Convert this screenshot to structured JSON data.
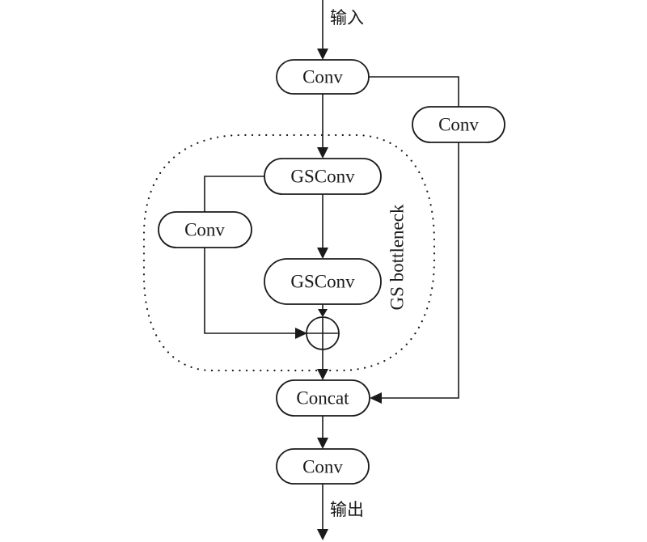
{
  "diagram": {
    "input_label": "输入",
    "output_label": "输出",
    "group_label": "GS bottleneck",
    "nodes": {
      "conv_top": "Conv",
      "conv_side": "Conv",
      "gsconv_1": "GSConv",
      "conv_shortcut": "Conv",
      "gsconv_2": "GSConv",
      "add": "⊕",
      "concat": "Concat",
      "conv_out": "Conv"
    },
    "edges": [
      {
        "from": "input",
        "to": "conv_top"
      },
      {
        "from": "conv_top",
        "to": "gsconv_1"
      },
      {
        "from": "conv_top",
        "to": "conv_side"
      },
      {
        "from": "gsconv_1",
        "to": "gsconv_2"
      },
      {
        "from": "gsconv_1",
        "to": "conv_shortcut"
      },
      {
        "from": "gsconv_2",
        "to": "add"
      },
      {
        "from": "conv_shortcut",
        "to": "add"
      },
      {
        "from": "add",
        "to": "concat"
      },
      {
        "from": "conv_side",
        "to": "concat"
      },
      {
        "from": "concat",
        "to": "conv_out"
      },
      {
        "from": "conv_out",
        "to": "output"
      }
    ]
  }
}
